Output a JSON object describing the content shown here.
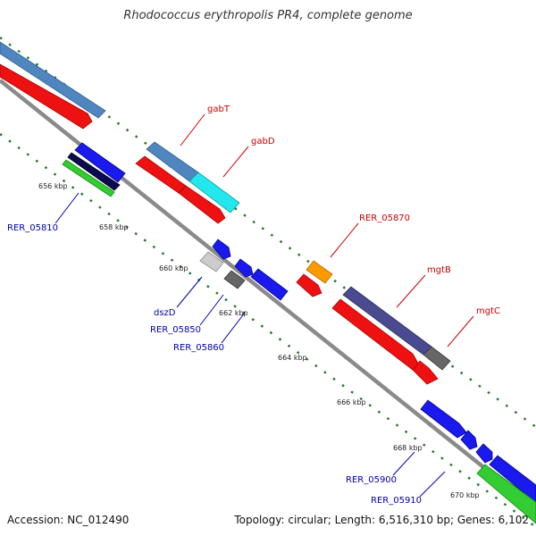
{
  "title": "Rhodococcus erythropolis PR4, complete genome",
  "footer": {
    "accession": "Accession: NC_012490",
    "topology": "Topology: circular; Length: 6,516,310 bp; Genes: 6,102"
  },
  "colors": {
    "red": "#ee1111",
    "steel_blue": "#4f86c0",
    "blue": "#1a1aee",
    "navy": "#0b0b55",
    "cyan": "#22e8ee",
    "orange": "#ff9900",
    "purple": "#4a4a90",
    "dark_gray": "#666666",
    "light_gray": "#cccccc",
    "green": "#33cc33",
    "backbone": "#888888",
    "tick": "#1a7a1a",
    "label_red": "#cc0000",
    "label_blue": "#0000aa"
  },
  "ticks": [
    "656 kbp",
    "658 kbp",
    "660 kbp",
    "662 kbp",
    "664 kbp",
    "666 kbp",
    "668 kbp",
    "670 kbp"
  ],
  "gene_labels": {
    "red": [
      "gabT",
      "gabD",
      "RER_05870",
      "mgtB",
      "mgtC"
    ],
    "blue": [
      "RER_05810",
      "dszD",
      "RER_05850",
      "RER_05860",
      "RER_05900",
      "RER_05910"
    ]
  }
}
